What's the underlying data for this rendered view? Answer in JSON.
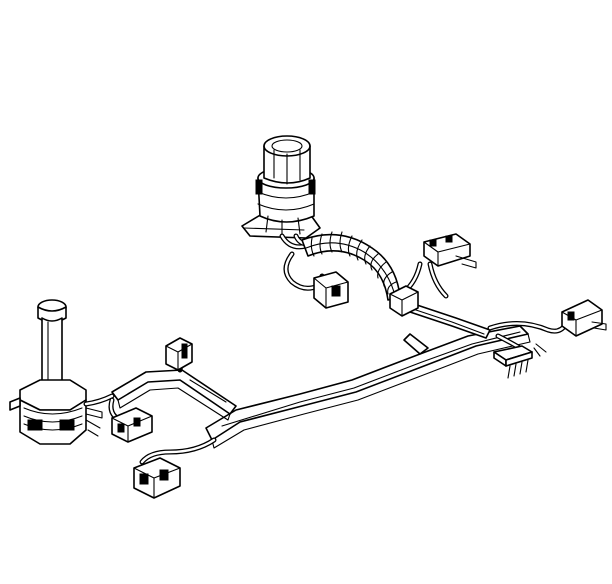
{
  "diagram": {
    "kind": "line-art",
    "subject": "wiring-harness",
    "colors": {
      "line": "#000000",
      "fill": "#ffffff"
    },
    "components": [
      "main-body-connector",
      "coiled-wire-bundle",
      "connector-right-upper",
      "connector-right-lower",
      "terminal-block-right",
      "connector-center-small",
      "solenoid-assembly-left",
      "connector-left-upper",
      "connector-left-middle",
      "connector-left-lower",
      "harness-carrier-rail"
    ]
  }
}
